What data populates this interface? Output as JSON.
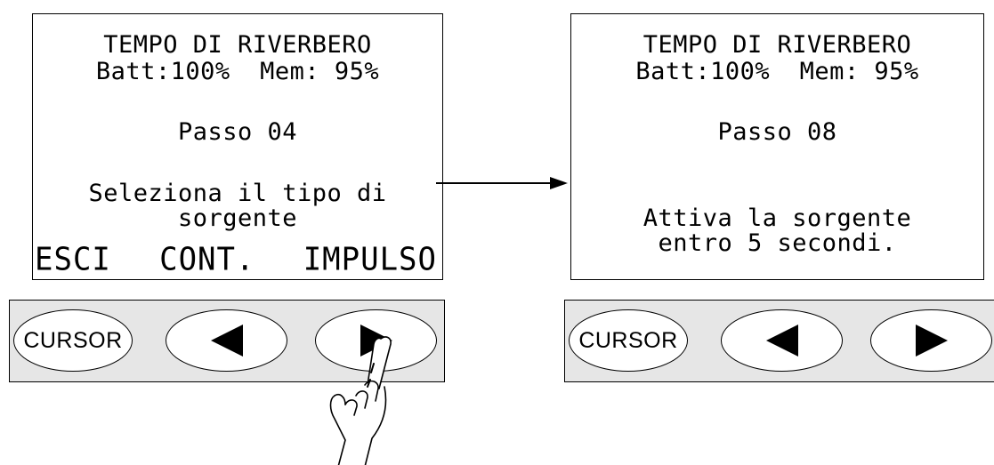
{
  "left_panel": {
    "screen": {
      "title": "TEMPO DI RIVERBERO",
      "status": "Batt:100%  Mem: 95%",
      "step": "Passo 04",
      "message_line1": "Seleziona il tipo di",
      "message_line2": "sorgente",
      "softkeys": {
        "exit": "ESCI",
        "continuous": "CONT.",
        "impulse": "IMPULSO"
      }
    },
    "keypad": {
      "cursor_label": "CURSOR",
      "left_icon": "left-triangle-arrow",
      "right_icon": "right-triangle-arrow"
    }
  },
  "right_panel": {
    "screen": {
      "title": "TEMPO DI RIVERBERO",
      "status": "Batt:100%  Mem: 95%",
      "step": "Passo 08",
      "message_line1": "Attiva la sorgente",
      "message_line2": "entro 5 secondi."
    },
    "keypad": {
      "cursor_label": "CURSOR",
      "left_icon": "left-triangle-arrow",
      "right_icon": "right-triangle-arrow"
    }
  },
  "transition_icon": "right-arrow",
  "pointer_icon": "pointing-hand",
  "colors": {
    "ink": "#000000",
    "keypad_background": "#e6e6e6",
    "screen_background": "#ffffff"
  }
}
